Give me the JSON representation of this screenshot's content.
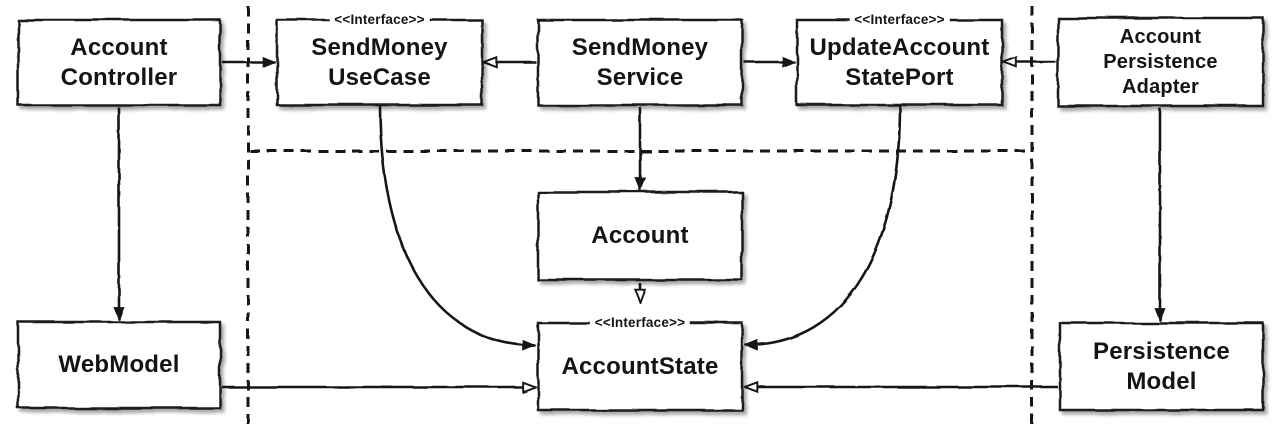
{
  "diagram": {
    "type": "uml-class-dependency-diagram",
    "boxes": [
      {
        "id": "account-controller",
        "stereotype": "",
        "label_lines": [
          "Account",
          "Controller"
        ]
      },
      {
        "id": "sendmoney-usecase",
        "stereotype": "<<Interface>>",
        "label_lines": [
          "SendMoney",
          "UseCase"
        ]
      },
      {
        "id": "sendmoney-service",
        "stereotype": "",
        "label_lines": [
          "SendMoney",
          "Service"
        ]
      },
      {
        "id": "updateaccount-stateport",
        "stereotype": "<<Interface>>",
        "label_lines": [
          "UpdateAccount",
          "StatePort"
        ]
      },
      {
        "id": "account-persistence-adapter",
        "stereotype": "",
        "label_lines": [
          "Account",
          "Persistence",
          "Adapter"
        ]
      },
      {
        "id": "account",
        "stereotype": "",
        "label_lines": [
          "Account"
        ]
      },
      {
        "id": "webmodel",
        "stereotype": "",
        "label_lines": [
          "WebModel"
        ]
      },
      {
        "id": "accountstate",
        "stereotype": "<<Interface>>",
        "label_lines": [
          "AccountState"
        ]
      },
      {
        "id": "persistence-model",
        "stereotype": "",
        "label_lines": [
          "Persistence",
          "Model"
        ]
      }
    ],
    "edges": [
      {
        "from": "AccountController",
        "to": "SendMoneyUseCase",
        "arrowhead": "solid"
      },
      {
        "from": "SendMoneyService",
        "to": "SendMoneyUseCase",
        "arrowhead": "hollow"
      },
      {
        "from": "SendMoneyService",
        "to": "UpdateAccountStatePort",
        "arrowhead": "solid"
      },
      {
        "from": "AccountPersistenceAdapter",
        "to": "UpdateAccountStatePort",
        "arrowhead": "hollow"
      },
      {
        "from": "AccountController",
        "to": "WebModel",
        "arrowhead": "solid"
      },
      {
        "from": "SendMoneyService",
        "to": "Account",
        "arrowhead": "solid"
      },
      {
        "from": "Account",
        "to": "AccountState",
        "arrowhead": "hollow"
      },
      {
        "from": "SendMoneyUseCase",
        "to": "AccountState",
        "arrowhead": "solid"
      },
      {
        "from": "UpdateAccountStatePort",
        "to": "AccountState",
        "arrowhead": "solid"
      },
      {
        "from": "WebModel",
        "to": "AccountState",
        "arrowhead": "hollow"
      },
      {
        "from": "PersistenceModel",
        "to": "AccountState",
        "arrowhead": "hollow"
      },
      {
        "from": "AccountPersistenceAdapter",
        "to": "PersistenceModel",
        "arrowhead": "solid"
      }
    ],
    "boundaries": [
      "vertical-left",
      "vertical-right",
      "horizontal-inner"
    ],
    "colors": {
      "line": "#161616",
      "box_border": "#1c1c1c",
      "box_fill": "#ffffff",
      "background": "#ffffff",
      "text": "#141414"
    }
  }
}
